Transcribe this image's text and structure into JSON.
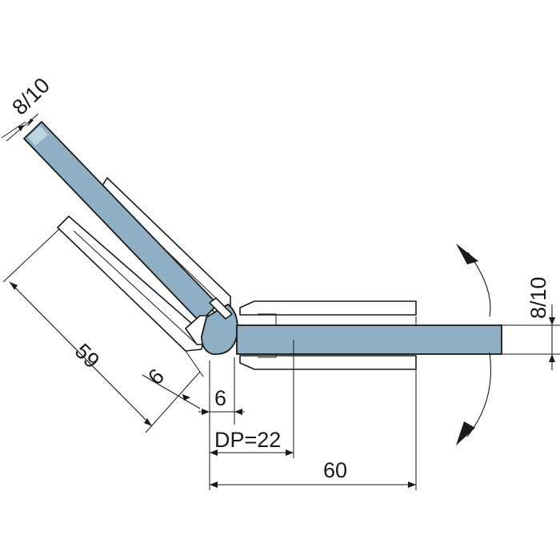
{
  "dimensions": {
    "glass_thickness_left": "8/10",
    "glass_thickness_right": "8/10",
    "clamp_length_left": "59",
    "gap_left": "6",
    "gap_bottom": "6",
    "dp": "DP=22",
    "clamp_length_bottom": "60"
  },
  "colors": {
    "glass": "#8fb0c4",
    "line": "#1a1a1a"
  },
  "icons": {
    "rotation": "curved-double-arrow-icon"
  }
}
